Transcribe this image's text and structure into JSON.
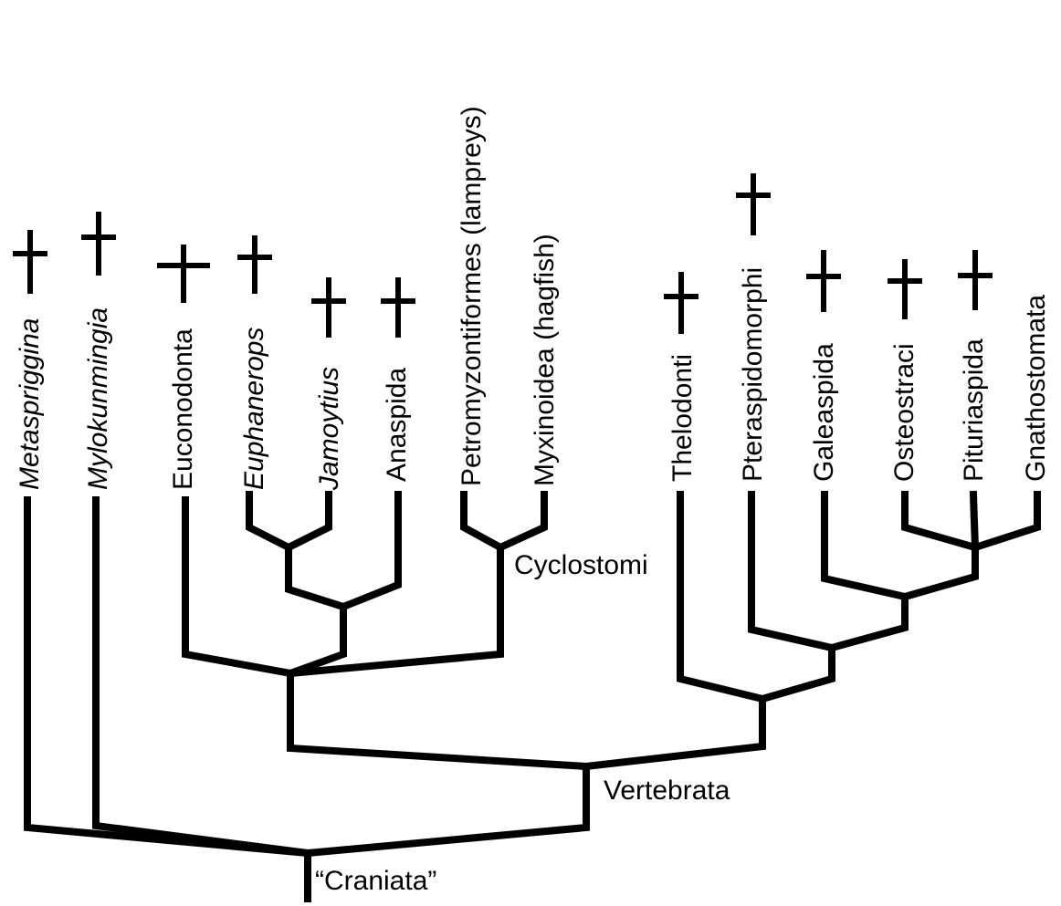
{
  "taxa": [
    {
      "label": "Metaspriggina",
      "italic": true,
      "extinct": true
    },
    {
      "label": "Mylokunmingia",
      "italic": true,
      "extinct": true
    },
    {
      "label": "Euconodonta",
      "italic": false,
      "extinct": true
    },
    {
      "label": "Euphanerops",
      "italic": true,
      "extinct": true
    },
    {
      "label": "Jamoytius",
      "italic": true,
      "extinct": true
    },
    {
      "label": "Anaspida",
      "italic": false,
      "extinct": true
    },
    {
      "label": "Petromyzontiformes (lampreys)",
      "italic": false,
      "extinct": false
    },
    {
      "label": "Myxinoidea (hagfish)",
      "italic": false,
      "extinct": false
    },
    {
      "label": "Thelodonti",
      "italic": false,
      "extinct": true
    },
    {
      "label": "Pteraspidomorphi",
      "italic": false,
      "extinct": true
    },
    {
      "label": "Galeaspida",
      "italic": false,
      "extinct": true
    },
    {
      "label": "Osteostraci",
      "italic": false,
      "extinct": true
    },
    {
      "label": "Pituriaspida",
      "italic": false,
      "extinct": true
    },
    {
      "label": "Gnathostomata",
      "italic": false,
      "extinct": false
    }
  ],
  "clades": {
    "craniata": "“Craniata”",
    "vertebrata": "Vertebrata",
    "cyclostomi": "Cyclostomi"
  },
  "extinct_marker": "dagger-icon",
  "line_color": "#000000"
}
